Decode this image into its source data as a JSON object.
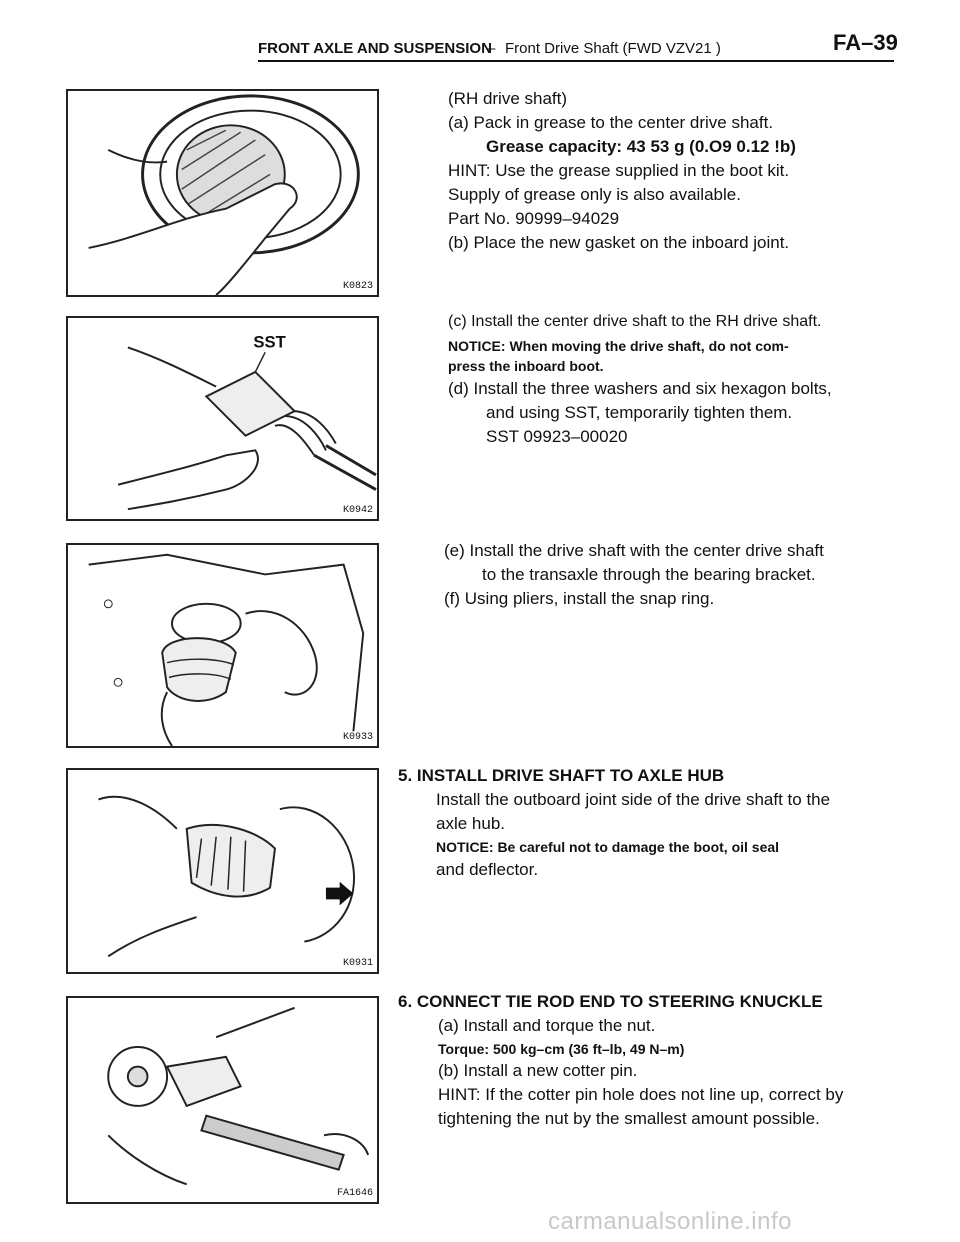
{
  "header": {
    "section": "FRONT AXLE AND SUSPENSION",
    "dash": "–",
    "subsection": "Front Drive Shaft (FWD VZV21 )",
    "page": "FA–39"
  },
  "figures": [
    {
      "code": "K0823",
      "icon": "grease-packing-illustration"
    },
    {
      "code": "K0942",
      "icon": "sst-center-shaft-illustration",
      "label": "SST"
    },
    {
      "code": "K0933",
      "icon": "transaxle-install-illustration"
    },
    {
      "code": "K0931",
      "icon": "axle-hub-install-illustration"
    },
    {
      "code": "FA1646",
      "icon": "tie-rod-torque-illustration"
    }
  ],
  "blocks": [
    [
      {
        "text": "(RH drive shaft)"
      },
      {
        "text": "(a) Pack in grease to the center drive shaft."
      },
      {
        "text": "Grease capacity: 43 53 g (0.O9 0.12 !b)"
      },
      {
        "text": "HINT: Use the grease supplied in the boot kit."
      },
      {
        "text": "Supply of grease only is also available."
      },
      {
        "text": "Part No. 90999–94029"
      },
      {
        "text": "(b) Place the new gasket on the inboard joint."
      }
    ],
    [
      {
        "text": "(c) Install the center drive shaft to the RH drive shaft."
      },
      {
        "text": "NOTICE: When moving the drive shaft, do not com-"
      },
      {
        "text": "press the inboard boot."
      },
      {
        "text": "(d) Install the three washers and six hexagon bolts,"
      },
      {
        "text": "and using SST, temporarily tighten them."
      },
      {
        "text": "SST  09923–00020"
      }
    ],
    [
      {
        "text": "(e) Install the drive shaft with the center drive shaft"
      },
      {
        "text": "to the transaxle through the bearing bracket."
      },
      {
        "text": "(f) Using pliers, install the snap ring."
      }
    ],
    [
      {
        "text": "5. INSTALL DRIVE SHAFT TO AXLE HUB"
      },
      {
        "text": "Install the outboard joint side of the drive shaft to the"
      },
      {
        "text": "axle hub."
      },
      {
        "text": "NOTICE: Be careful not to damage the boot, oil seal"
      },
      {
        "text": "and deflector."
      }
    ],
    [
      {
        "text": "6. CONNECT TIE ROD END TO STEERING KNUCKLE"
      },
      {
        "text": "(a) Install and torque the nut."
      },
      {
        "text": "Torque: 500 kg–cm (36 ft–lb, 49 N–m)"
      },
      {
        "text": "(b) Install a new cotter pin."
      },
      {
        "text": "HINT: If the cotter pin hole does not line up, correct by"
      },
      {
        "text": "tightening the nut by the smallest amount possible."
      }
    ]
  ],
  "watermark": "carmanualsonline.info",
  "colors": {
    "ink": "#111111",
    "watermark": "#c8c8c8"
  }
}
